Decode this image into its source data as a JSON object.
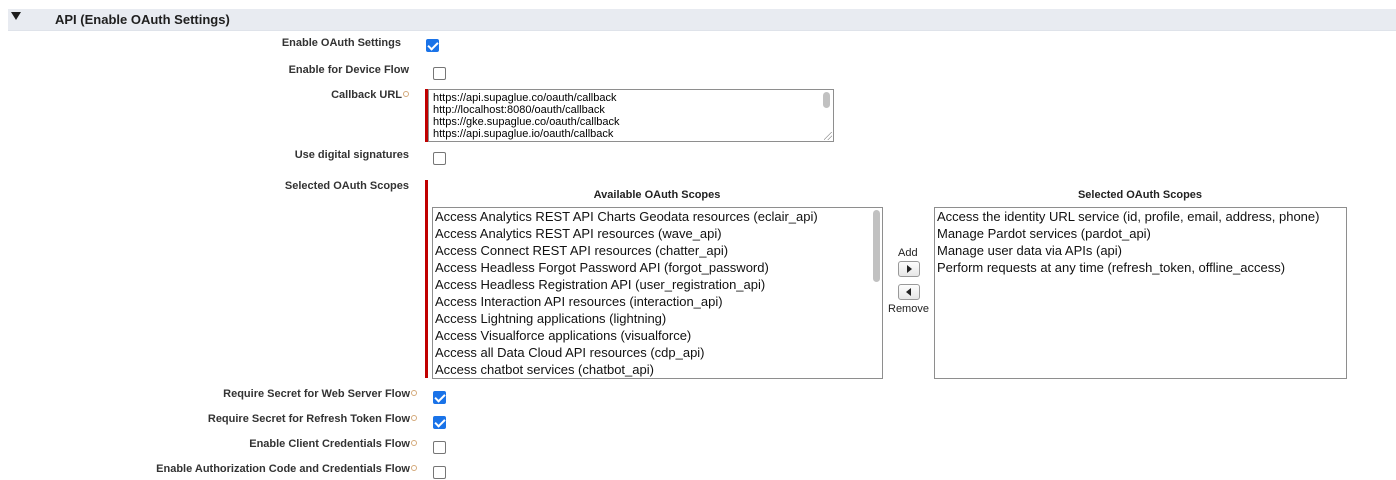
{
  "section": {
    "title": "API (Enable OAuth Settings)"
  },
  "fields": {
    "enable_oauth": {
      "label": "Enable OAuth Settings",
      "checked": true
    },
    "device_flow": {
      "label": "Enable for Device Flow",
      "checked": false
    },
    "callback_url": {
      "label": "Callback URL",
      "lines": [
        "https://api.supaglue.co/oauth/callback",
        "http://localhost:8080/oauth/callback",
        "https://gke.supaglue.co/oauth/callback",
        "https://api.supaglue.io/oauth/callback"
      ]
    },
    "digital_signatures": {
      "label": "Use digital signatures",
      "checked": false
    },
    "scopes": {
      "label": "Selected OAuth Scopes",
      "available_title": "Available OAuth Scopes",
      "selected_title": "Selected OAuth Scopes",
      "available": [
        "Access Analytics REST API Charts Geodata resources (eclair_api)",
        "Access Analytics REST API resources (wave_api)",
        "Access Connect REST API resources (chatter_api)",
        "Access Headless Forgot Password API (forgot_password)",
        "Access Headless Registration API (user_registration_api)",
        "Access Interaction API resources (interaction_api)",
        "Access Lightning applications (lightning)",
        "Access Visualforce applications (visualforce)",
        "Access all Data Cloud API resources (cdp_api)",
        "Access chatbot services (chatbot_api)"
      ],
      "selected": [
        "Access the identity URL service (id, profile, email, address, phone)",
        "Manage Pardot services (pardot_api)",
        "Manage user data via APIs (api)",
        "Perform requests at any time (refresh_token, offline_access)"
      ],
      "add_label": "Add",
      "remove_label": "Remove"
    },
    "secret_web_server": {
      "label": "Require Secret for Web Server Flow",
      "checked": true
    },
    "secret_refresh": {
      "label": "Require Secret for Refresh Token Flow",
      "checked": true
    },
    "client_credentials": {
      "label": "Enable Client Credentials Flow",
      "checked": false
    },
    "auth_code_credentials": {
      "label": "Enable Authorization Code and Credentials Flow",
      "checked": false
    }
  },
  "colors": {
    "accent": "#1a73e8",
    "required": "#c00000",
    "header_bg": "#e8ebf1"
  }
}
